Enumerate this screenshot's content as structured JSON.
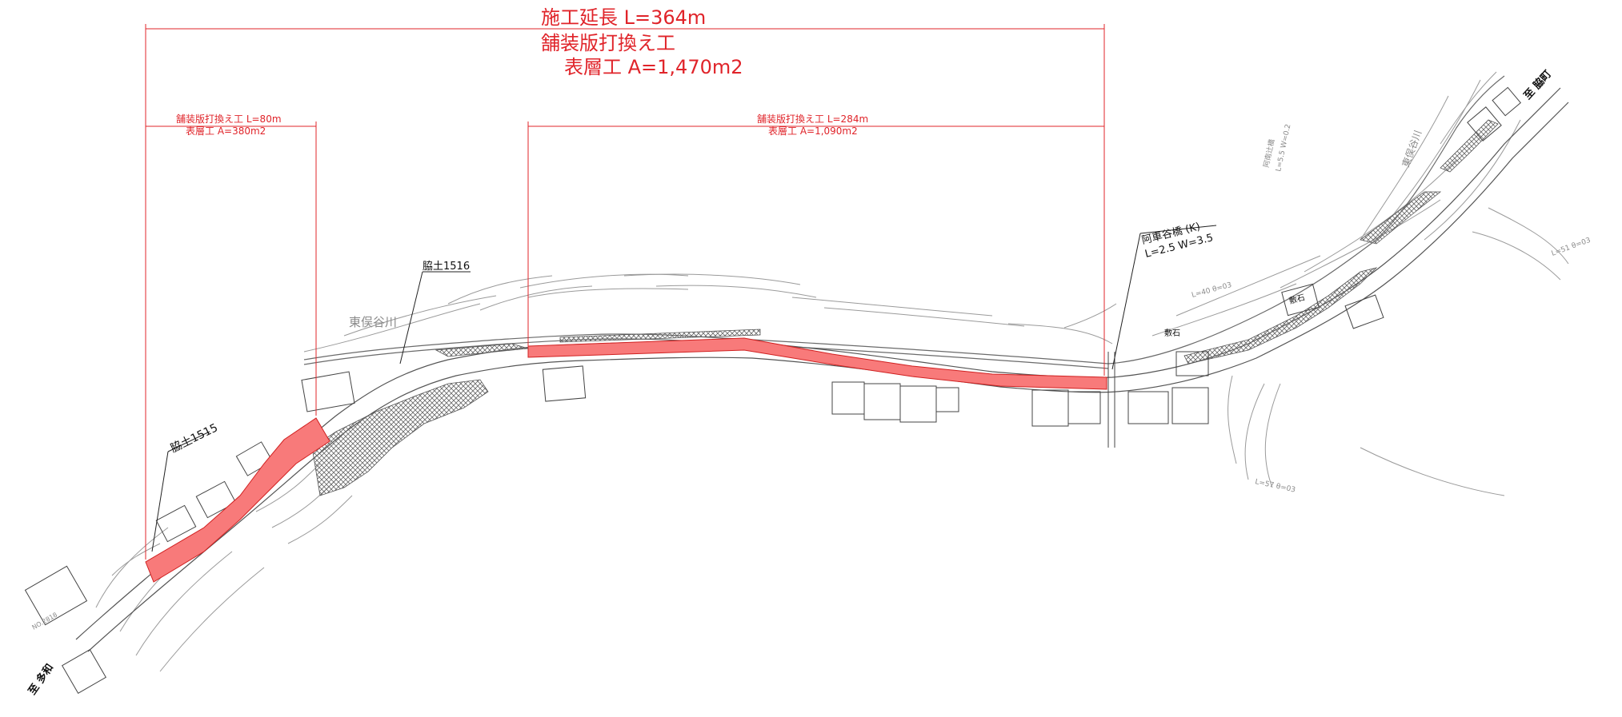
{
  "colors": {
    "dimension_red": "#e0242a",
    "pavement_fill": "#f87a7a",
    "linework": "#555555",
    "faint_linework": "#9a9a9a"
  },
  "overall": {
    "length_label": "施工延長 L=364m",
    "work_label": "舗装版打換え工",
    "area_label": "表層工 A=1,470m2"
  },
  "section_left": {
    "work_label": "舗装版打換え工 L=80m",
    "area_label": "表層工 A=380m2"
  },
  "section_right": {
    "work_label": "舗装版打換え工 L=284m",
    "area_label": "表層工 A=1,090m2"
  },
  "markers": {
    "marker_1515": "脇土1515",
    "marker_1516": "脇土1516"
  },
  "bridge": {
    "name": "阿車谷橋 (K)",
    "spec": "L=2.5  W=3.5"
  },
  "river": {
    "name_left": "東俣谷川",
    "name_right": "東俣谷川"
  },
  "directions": {
    "to_left": "至 多和",
    "to_right": "至 脇町"
  },
  "misc_labels": {
    "house_label_1": "敷石",
    "house_label_2": "敷石",
    "gradient_1": "L=40  θ=03",
    "gradient_2": "L=51  θ=03",
    "gradient_3": "L=57  θ=03",
    "station": "NO.2818",
    "steps_label": "阿南辻橋",
    "steps_spec": "L=5.5 W=0.2"
  }
}
